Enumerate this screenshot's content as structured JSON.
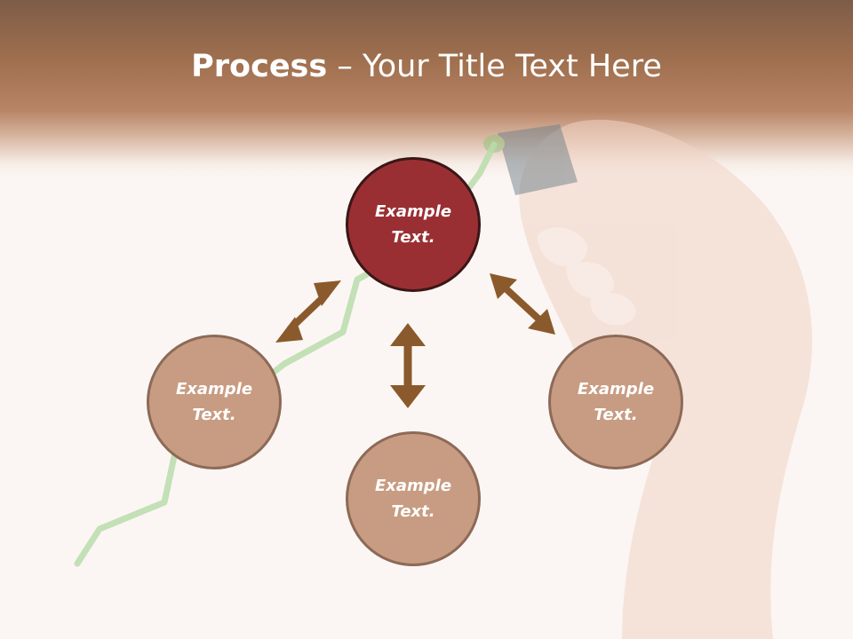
{
  "title": {
    "bold": "Process",
    "rest": " – Your Title Text Here"
  },
  "circles": {
    "top": {
      "line1": "Example",
      "line2": "Text."
    },
    "left": {
      "line1": "Example",
      "line2": "Text."
    },
    "right": {
      "line1": "Example",
      "line2": "Text."
    },
    "bottom": {
      "line1": "Example",
      "line2": "Text."
    }
  },
  "colors": {
    "header": "#a0704f",
    "main_circle": "#9a2f33",
    "sub_circle": "#c89c82",
    "arrow": "#8a5a2c",
    "trend_line": "#b9dcaa"
  }
}
